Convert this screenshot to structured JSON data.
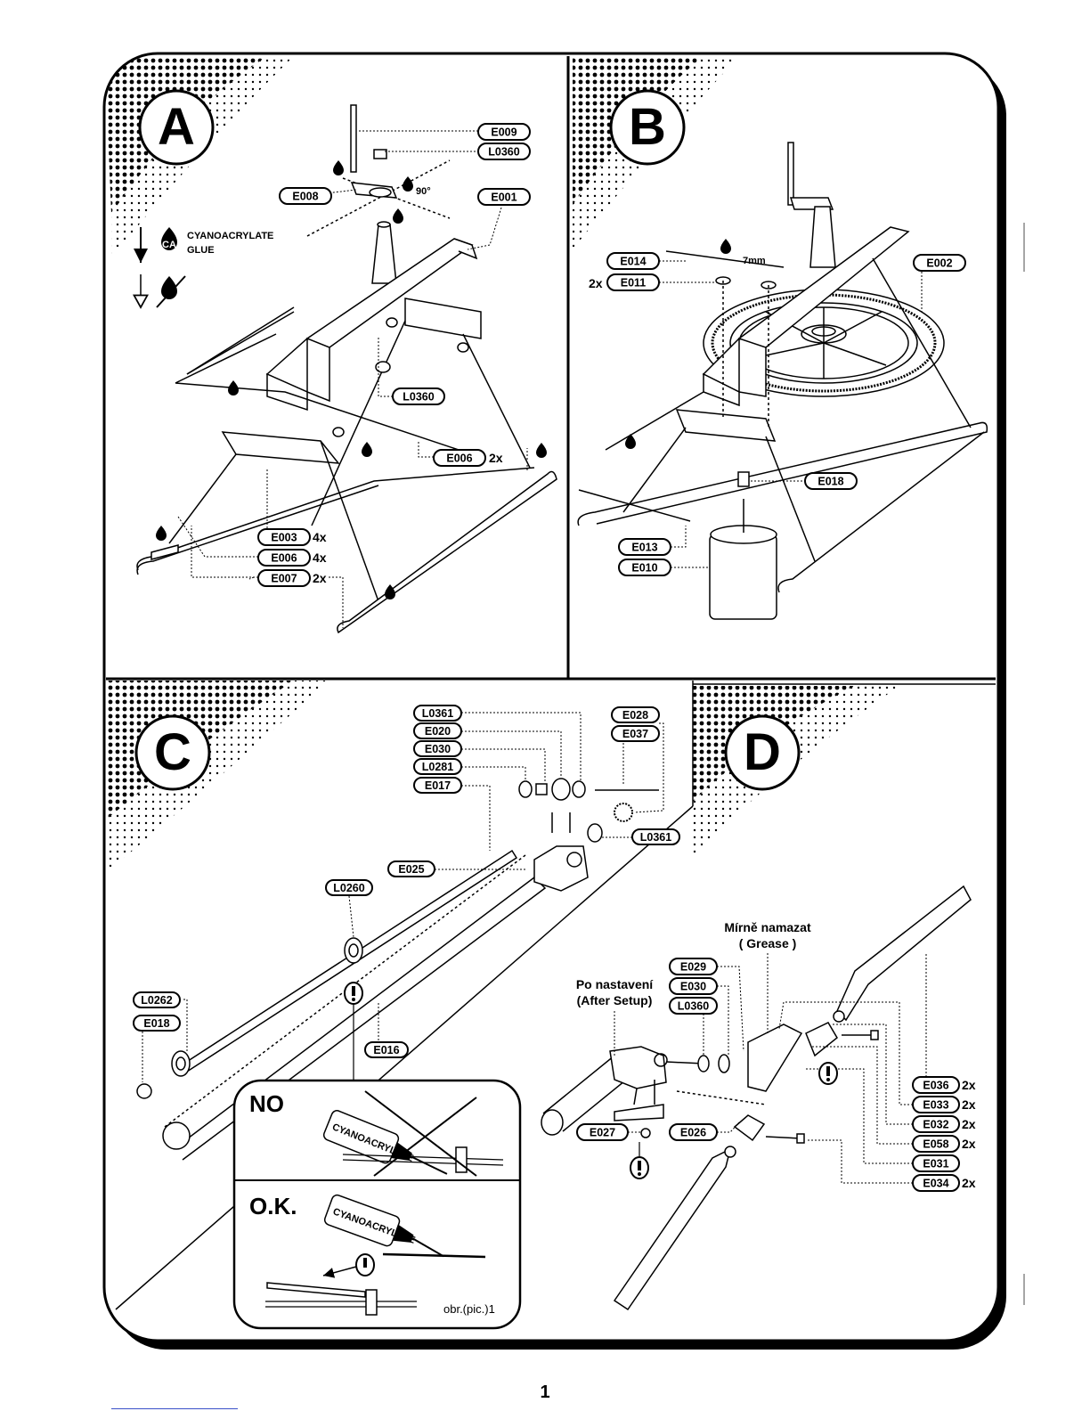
{
  "sections": {
    "A": {
      "letter": "A",
      "legend_ca": "CA",
      "legend_glue_1": "CYANOACRYLATE",
      "legend_glue_2": "GLUE",
      "angle": "90°",
      "labels": [
        "E009",
        "L0360",
        "E008",
        "E001",
        "L0360",
        "E006",
        "E003",
        "E006",
        "E007"
      ],
      "qty": [
        "2x",
        "4x",
        "4x",
        "2x"
      ]
    },
    "B": {
      "letter": "B",
      "labels": [
        "E014",
        "E011",
        "E002",
        "E018",
        "E013",
        "E010"
      ],
      "qty_e011": "2x",
      "measure": "7mm"
    },
    "C": {
      "letter": "C",
      "labels": [
        "L0361",
        "E020",
        "E030",
        "L0281",
        "E017",
        "E028",
        "E037",
        "L0361",
        "E025",
        "L0260",
        "L0262",
        "E018",
        "E016"
      ],
      "no_label": "NO",
      "ok_label": "O.K.",
      "bottle_text": "CYANOACRYLATE",
      "pic_caption": "obr.(pic.)1"
    },
    "D": {
      "letter": "D",
      "grease_1": "Mírně namazat",
      "grease_2": "( Grease )",
      "setup_1": "Po nastavení",
      "setup_2": "(After Setup)",
      "labels": [
        "E029",
        "E030",
        "L0360",
        "E027",
        "E026",
        "E036",
        "E033",
        "E032",
        "E058",
        "E031",
        "E034"
      ],
      "qty": [
        "2x",
        "2x",
        "2x",
        "2x",
        "2x"
      ]
    }
  },
  "page_number": "1"
}
